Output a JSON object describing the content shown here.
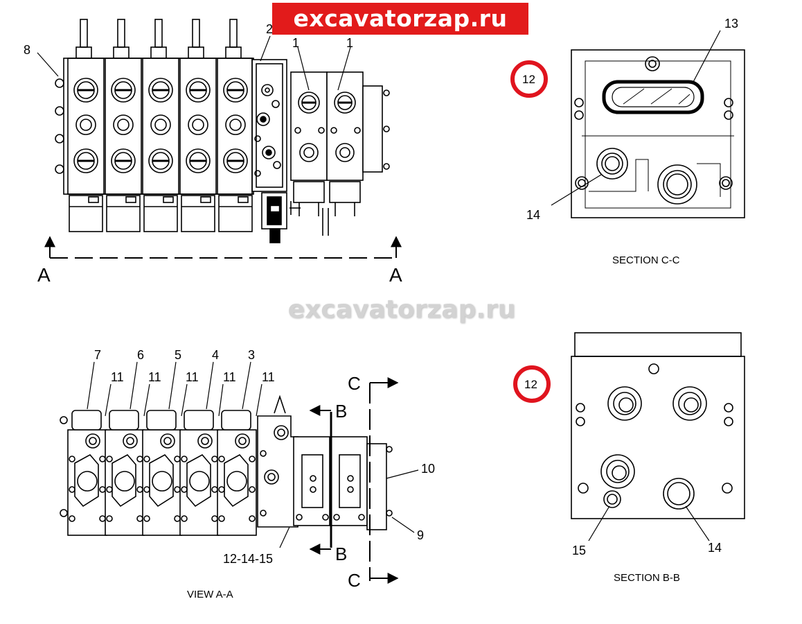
{
  "brand": {
    "text": "excavatorzap.ru",
    "bg_color": "#e21b1b",
    "text_color": "#ffffff"
  },
  "watermark": {
    "text": "excavatorzap.ru",
    "color": "#d3d3d3"
  },
  "highlight_color": "#e0141e",
  "top_view": {
    "arrow_label_left": "A",
    "arrow_label_right": "A",
    "callouts": {
      "c8": "8",
      "c2": "2",
      "c1a": "1",
      "c1b": "1"
    }
  },
  "section_cc": {
    "title": "SECTION C-C",
    "callouts": {
      "c13": "13",
      "c12": "12",
      "c14": "14"
    }
  },
  "view_aa": {
    "title": "VIEW A-A",
    "callouts": {
      "c7": "7",
      "c6": "6",
      "c5": "5",
      "c4": "4",
      "c3": "3",
      "c11a": "11",
      "c11b": "11",
      "c11c": "11",
      "c11d": "11",
      "c11e": "11",
      "c10": "10",
      "c9": "9",
      "c12_14_15": "12-14-15"
    },
    "cut_b_top": "B",
    "cut_b_bottom": "B",
    "cut_c_top": "C",
    "cut_c_bottom": "C"
  },
  "section_bb": {
    "title": "SECTION B-B",
    "callouts": {
      "c12": "12",
      "c15": "15",
      "c14": "14"
    }
  }
}
